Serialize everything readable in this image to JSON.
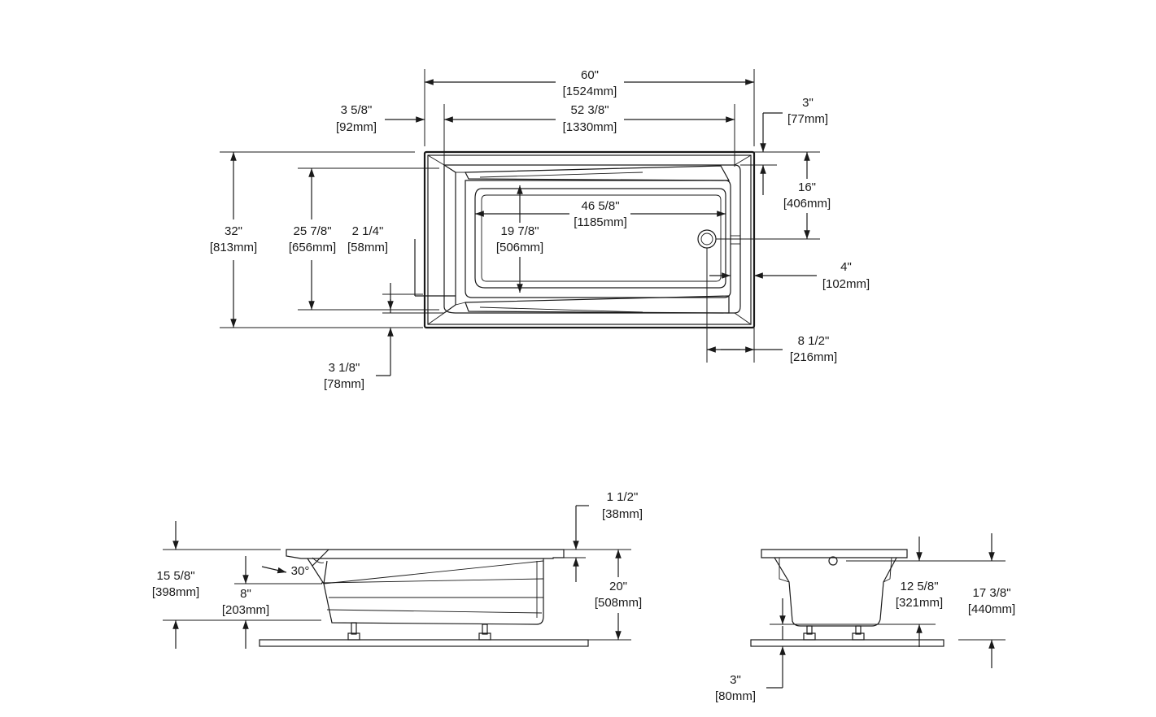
{
  "top_view": {
    "overall_length": {
      "in": "60\"",
      "mm": "[1524mm]"
    },
    "rim_to_interior_left": {
      "in": "3 5/8\"",
      "mm": "[92mm]"
    },
    "interior_rim_length": {
      "in": "52 3/8\"",
      "mm": "[1330mm]"
    },
    "rim_top": {
      "in": "3\"",
      "mm": "[77mm]"
    },
    "drain_from_top": {
      "in": "16\"",
      "mm": "[406mm]"
    },
    "overall_width": {
      "in": "32\"",
      "mm": "[813mm]"
    },
    "interior_width": {
      "in": "25 7/8\"",
      "mm": "[656mm]"
    },
    "left_offset": {
      "in": "2 1/4\"",
      "mm": "[58mm]"
    },
    "basin_bottom_width": {
      "in": "19 7/8\"",
      "mm": "[506mm]"
    },
    "basin_bottom_length": {
      "in": "46 5/8\"",
      "mm": "[1185mm]"
    },
    "right_rim": {
      "in": "4\"",
      "mm": "[102mm]"
    },
    "drain_from_end": {
      "in": "8 1/2\"",
      "mm": "[216mm]"
    },
    "bottom_rim": {
      "in": "3 1/8\"",
      "mm": "[78mm]"
    }
  },
  "side_view": {
    "rim_thickness": {
      "in": "1 1/2\"",
      "mm": "[38mm]"
    },
    "overall_height": {
      "in": "15 5/8\"",
      "mm": "[398mm]"
    },
    "backrest_angle": "30°",
    "backrest_height": {
      "in": "8\"",
      "mm": "[203mm]"
    },
    "height_with_apron": {
      "in": "20\"",
      "mm": "[508mm]"
    }
  },
  "end_view": {
    "interior_depth": {
      "in": "12 5/8\"",
      "mm": "[321mm]"
    },
    "total_depth": {
      "in": "17 3/8\"",
      "mm": "[440mm]"
    },
    "leg_height": {
      "in": "3\"",
      "mm": "[80mm]"
    }
  }
}
